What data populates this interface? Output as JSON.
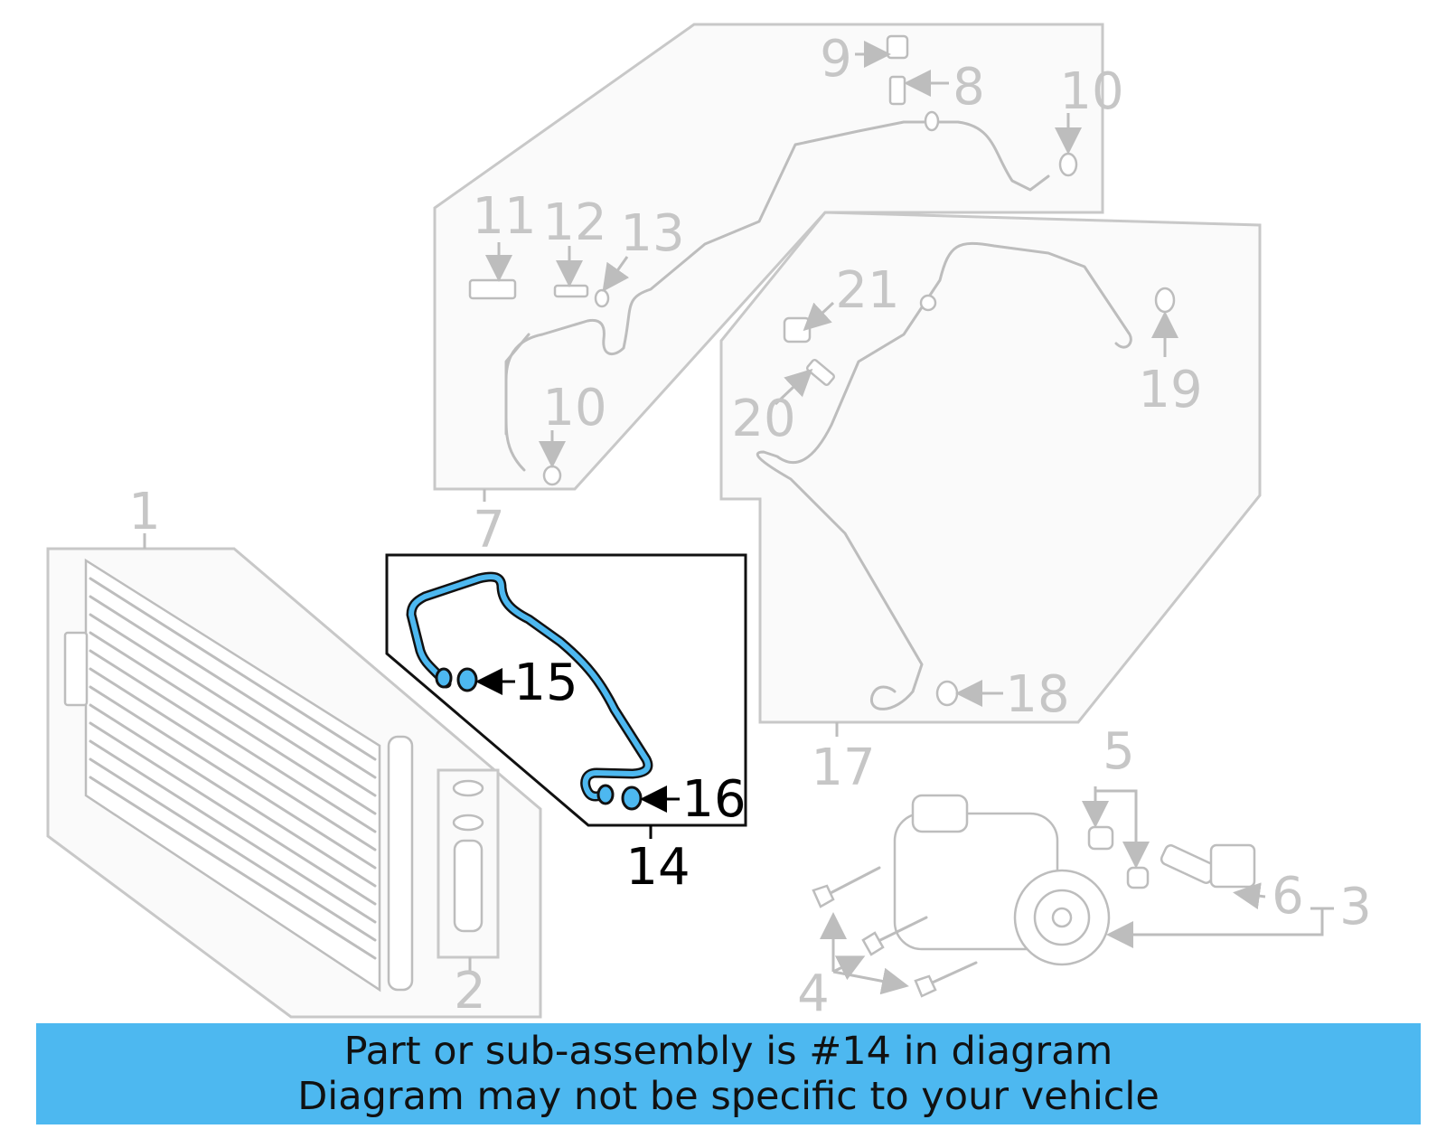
{
  "callouts": {
    "c1": "1",
    "c2": "2",
    "c3": "3",
    "c4": "4",
    "c5": "5",
    "c6": "6",
    "c7": "7",
    "c8": "8",
    "c9": "9",
    "c10a": "10",
    "c10b": "10",
    "c11": "11",
    "c12": "12",
    "c13": "13",
    "c14": "14",
    "c15": "15",
    "c16": "16",
    "c17": "17",
    "c18": "18",
    "c19": "19",
    "c20": "20",
    "c21": "21"
  },
  "highlighted_part": "14",
  "colors": {
    "highlight": "#4db8f0",
    "banner": "#4db8f0",
    "dim_label": "#c6c6c6"
  },
  "banner": {
    "line1": "Part or sub-assembly is #14 in diagram",
    "line2": "Diagram may not be specific to your vehicle"
  }
}
